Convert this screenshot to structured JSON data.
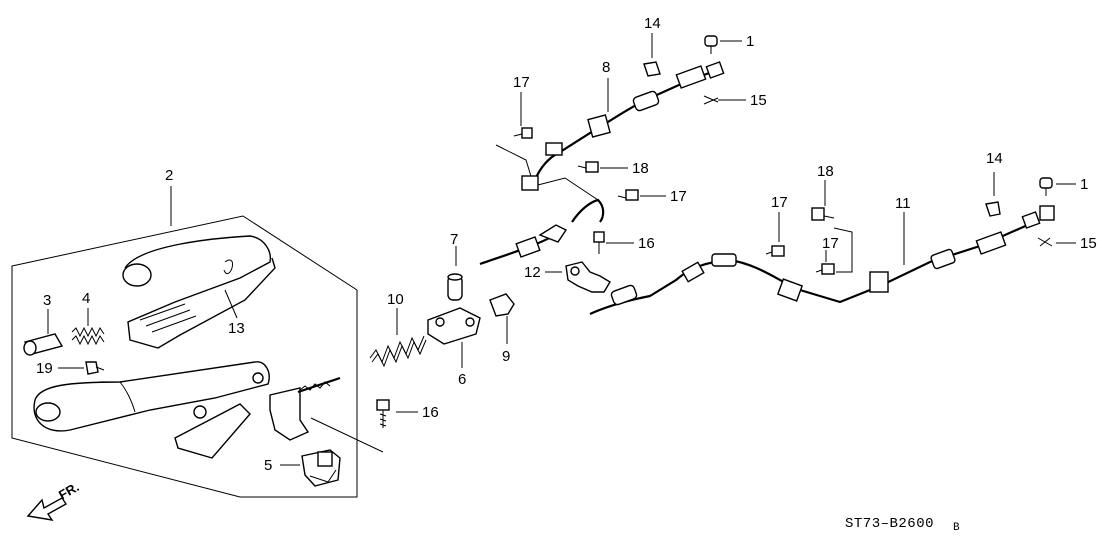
{
  "callouts": {
    "c1a": "1",
    "c1b": "1",
    "c2": "2",
    "c3": "3",
    "c4": "4",
    "c5": "5",
    "c6": "6",
    "c7": "7",
    "c8": "8",
    "c9": "9",
    "c10": "10",
    "c11": "11",
    "c12": "12",
    "c13": "13",
    "c14a": "14",
    "c14b": "14",
    "c15a": "15",
    "c15b": "15",
    "c16a": "16",
    "c16b": "16",
    "c17a": "17",
    "c17b": "17",
    "c17c": "17",
    "c17d": "17",
    "c18a": "18",
    "c18b": "18",
    "c19": "19"
  },
  "front_label": "FR.",
  "diagram_code": "ST73–B2600",
  "diagram_code_suffix": "B"
}
